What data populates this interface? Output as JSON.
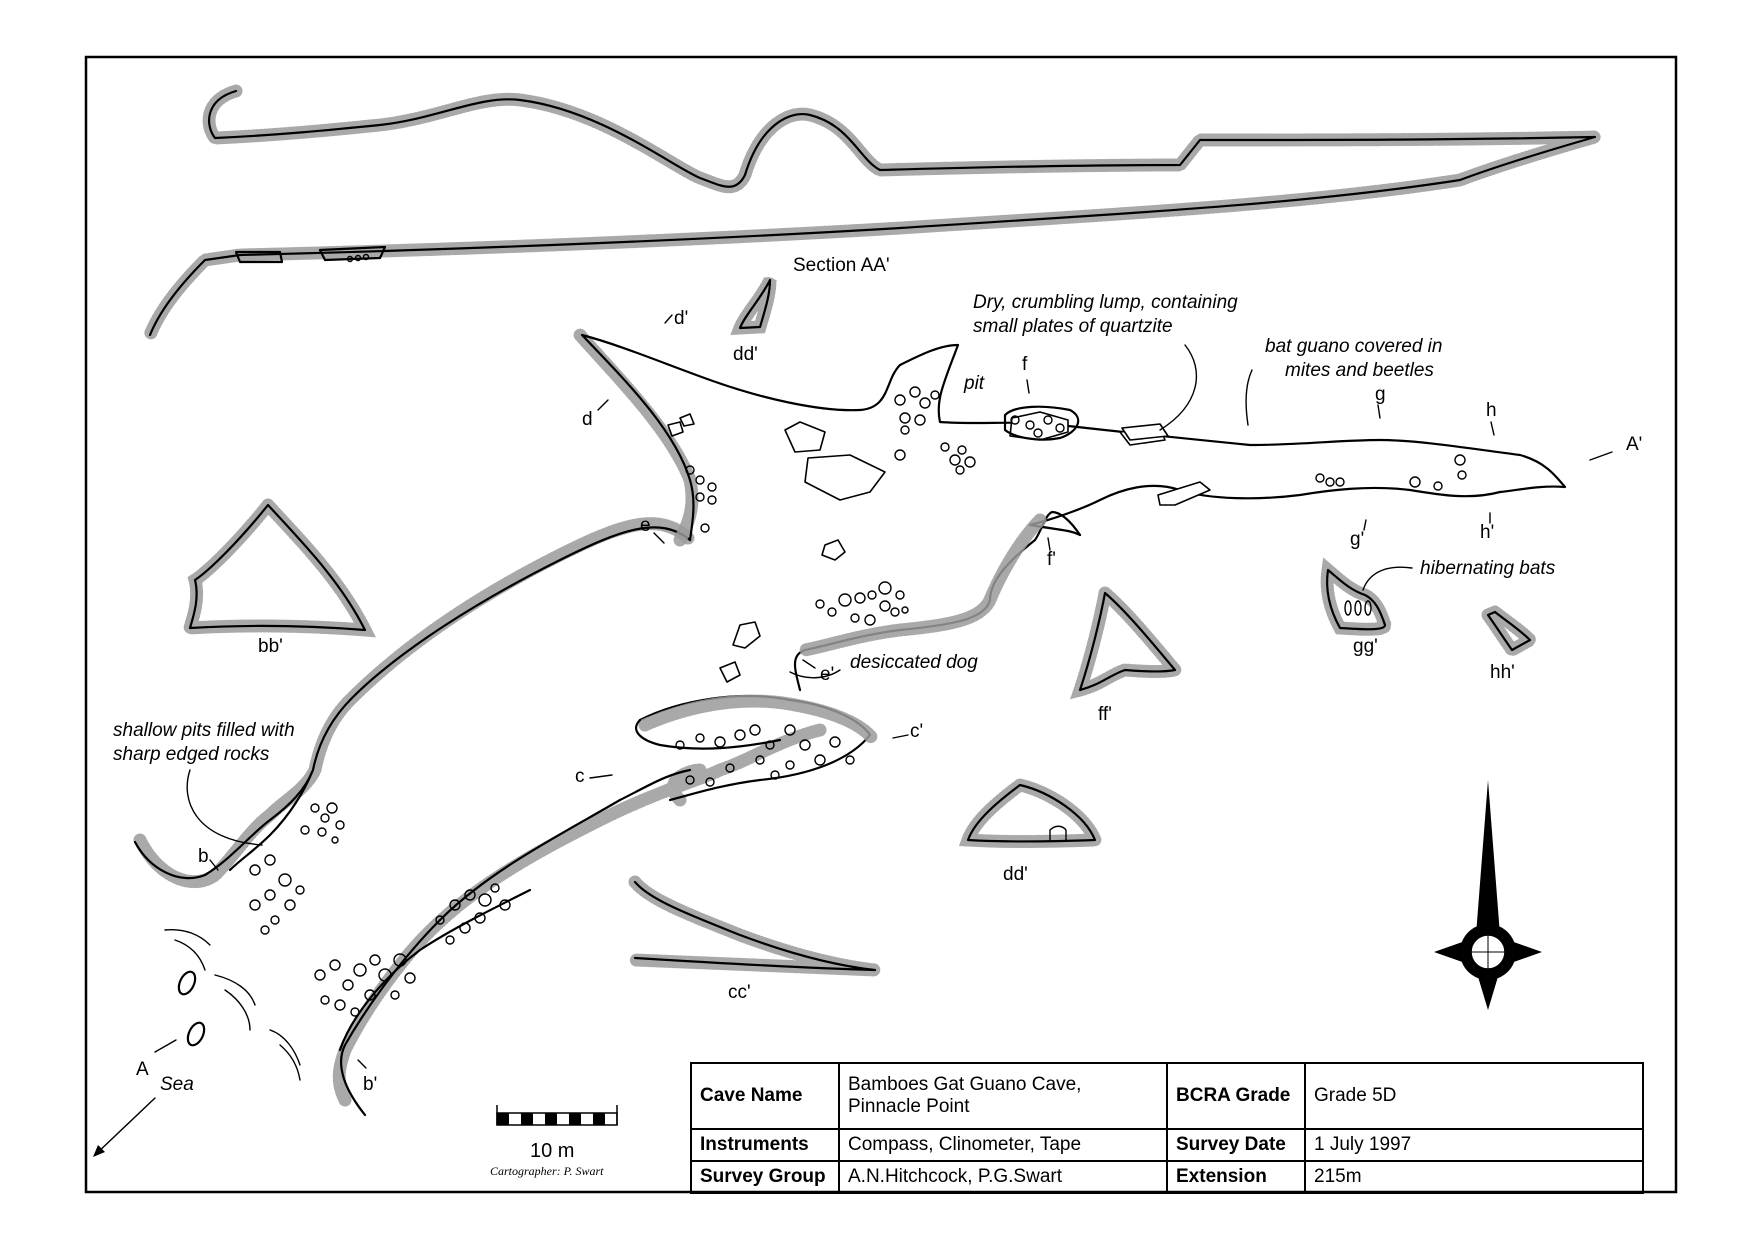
{
  "labels": {
    "section": "Section AA'",
    "d_prime": "d'",
    "d": "d",
    "dd_top": "dd'",
    "dd_bottom": "dd'",
    "e": "e",
    "e_prime": "e'",
    "f": "f",
    "f_prime": "f'",
    "g": "g",
    "g_prime": "g'",
    "h": "h",
    "h_prime": "h'",
    "a": "A",
    "a_prime": "A'",
    "b": "b",
    "b_prime": "b'",
    "c": "c",
    "c_prime": "c'",
    "bb": "bb'",
    "cc": "cc'",
    "ff": "ff'",
    "gg": "gg'",
    "hh": "hh'",
    "pit": "pit",
    "sea": "Sea"
  },
  "notes": {
    "lump_line1": "Dry, crumbling lump, containing",
    "lump_line2": "small plates of quartzite",
    "guano_line1": "bat guano covered in",
    "guano_line2": "mites and beetles",
    "bats": "hibernating bats",
    "dog": "desiccated dog",
    "pits_line1": "shallow pits filled with",
    "pits_line2": "sharp edged rocks"
  },
  "scale": {
    "label": "10 m",
    "cartographer": "Cartographer: P. Swart"
  },
  "legend": {
    "cave_name_key": "Cave Name",
    "cave_name_line1": "Bamboes Gat Guano Cave,",
    "cave_name_line2": "Pinnacle Point",
    "bcra_key": "BCRA Grade",
    "bcra_value": "Grade 5D",
    "instruments_key": "Instruments",
    "instruments_value": "Compass, Clinometer, Tape",
    "survey_date_key": "Survey Date",
    "survey_date_value": "1 July 1997",
    "survey_group_key": "Survey Group",
    "survey_group_value": "A.N.Hitchcock, P.G.Swart",
    "extension_key": "Extension",
    "extension_value": "215m"
  }
}
